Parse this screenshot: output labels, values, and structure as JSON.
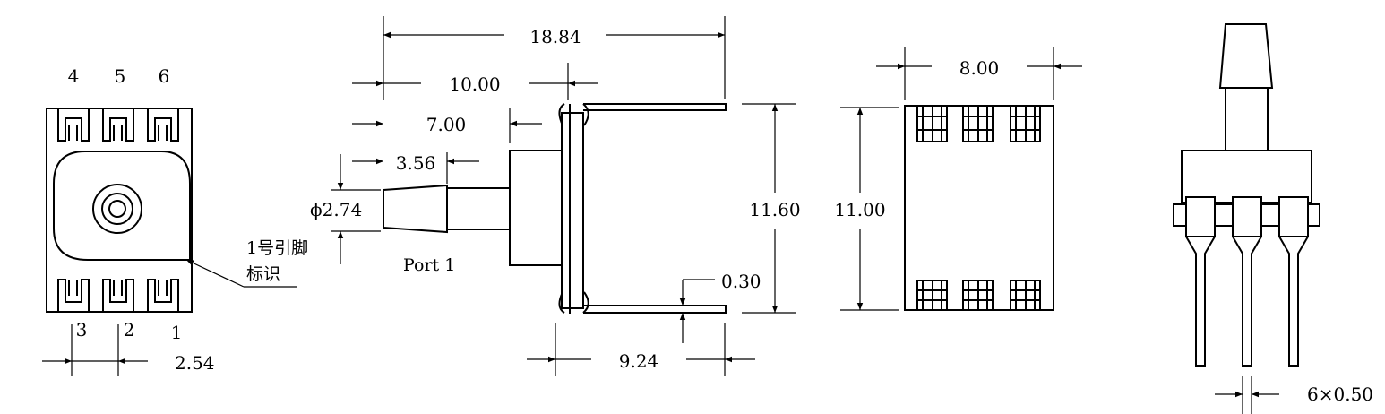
{
  "view_top": {
    "pin_labels_top": [
      "4",
      "5",
      "6"
    ],
    "pin_labels_bottom": [
      "3",
      "2",
      "1"
    ],
    "pin_pitch": "2.54",
    "pin1_marker_label_line1": "1号引脚",
    "pin1_marker_label_line2": "标识"
  },
  "view_side": {
    "overall_length": "18.84",
    "port_to_leads": "10.00",
    "port_to_body": "7.00",
    "barb_length": "3.56",
    "port_diameter": "ϕ2.74",
    "port_label": "Port 1",
    "lead_span": "11.60",
    "lead_thickness": "0.30",
    "lead_length": "9.24"
  },
  "view_bottom": {
    "body_width": "8.00",
    "body_height": "11.00"
  },
  "view_end": {
    "lead_width": "6×0.50"
  }
}
